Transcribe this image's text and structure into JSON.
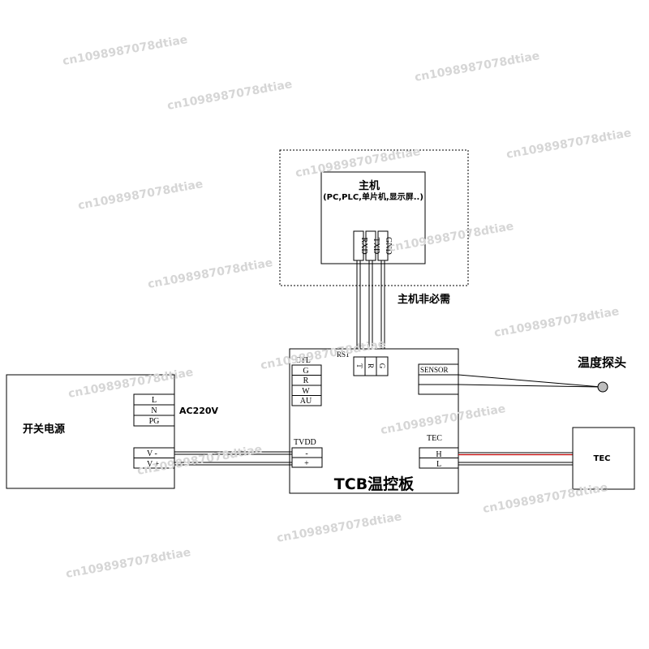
{
  "host": {
    "title": "主机",
    "subtitle": "(PC,PLC,单片机,显示屏..)",
    "pins": [
      "RXD",
      "TXD",
      "GND"
    ],
    "note": "主机非必需"
  },
  "tcb": {
    "title": "TCB温控板",
    "ctl": {
      "label": "CTL",
      "pins": [
        "G",
        "R",
        "W",
        "AU"
      ]
    },
    "rs1": {
      "label": "RS1",
      "pins": [
        "T",
        "R",
        "G"
      ]
    },
    "sensor": {
      "label": "SENSOR"
    },
    "tvdd": {
      "label": "TVDD",
      "pins": [
        "-",
        "+"
      ]
    },
    "tec": {
      "label": "TEC",
      "pins": [
        "H",
        "L"
      ]
    }
  },
  "psu": {
    "title": "开关电源",
    "input_pins": [
      "L",
      "N",
      "PG"
    ],
    "input_label": "AC220V",
    "output_pins": [
      "V -",
      "V +"
    ]
  },
  "sensor_probe": {
    "label": "温度探头"
  },
  "tec_module": {
    "label": "TEC"
  },
  "watermark": {
    "text": "cn1098987078dtiae"
  },
  "colors": {
    "line": "#000000",
    "tec_h_wire": "#c00000",
    "watermark": "#d6d6d6"
  }
}
